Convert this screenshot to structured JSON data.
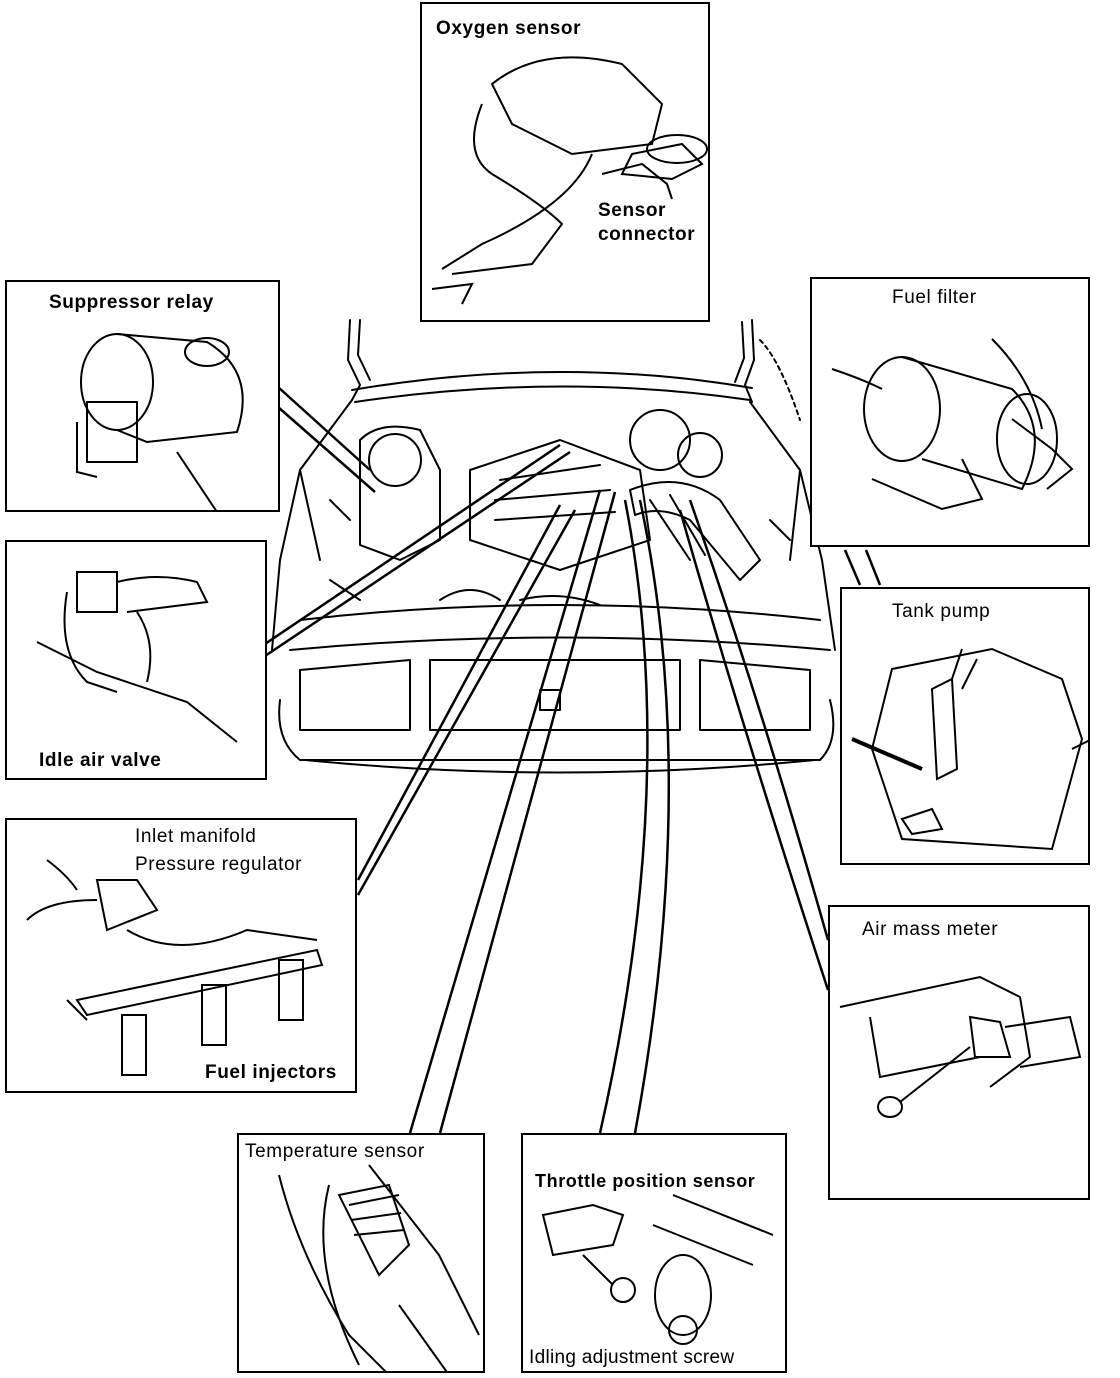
{
  "colors": {
    "ink": "#000000",
    "paper": "#ffffff"
  },
  "labels": {
    "oxygen_sensor": "Oxygen  sensor",
    "sensor_connector_1": "Sensor",
    "sensor_connector_2": "connector",
    "suppressor_relay": "Suppressor  relay",
    "fuel_filter": "Fuel filter",
    "idle_air_valve": "Idle  air  valve",
    "tank_pump": "Tank pump",
    "inlet_manifold": "Inlet manifold",
    "pressure_regulator": "Pressure regulator",
    "fuel_injectors": "Fuel  injectors",
    "air_mass_meter": "Air mass meter",
    "temperature_sensor": "Temperature sensor",
    "throttle_position_sensor": "Throttle  position  sensor",
    "idling_adjustment_screw": "Idling adjustment screw"
  }
}
